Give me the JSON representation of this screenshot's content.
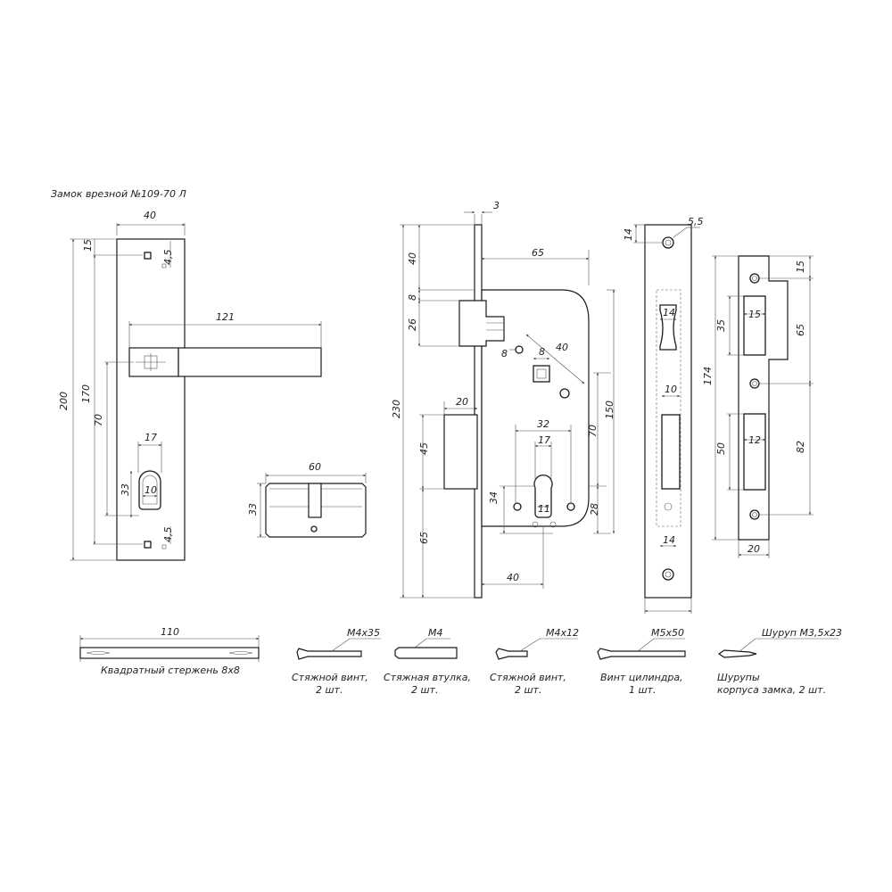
{
  "title": "Замок врезной №109-70 Л",
  "handle": {
    "width": "40",
    "top_offset": "15",
    "screw_dia_top": "4,5",
    "lever_length": "121",
    "height": "200",
    "spacing": "170",
    "lever_to_cyl": "70",
    "cyl_cutout_w": "17",
    "cyl_cutout_h": "33",
    "cyl_cutout_d": "10",
    "screw_dia_bottom": "4,5"
  },
  "cylinder": {
    "length": "60",
    "height": "33"
  },
  "lock_body": {
    "plate_thickness": "3",
    "backset": "65",
    "d40_top": "40",
    "d8_top": "8",
    "d26": "26",
    "d230": "230",
    "d8_hole": "8",
    "d8_square": "8",
    "d40_diag": "40",
    "d20": "20",
    "d45": "45",
    "d32": "32",
    "d17": "17",
    "d150": "150",
    "d70": "70",
    "d34": "34",
    "d11": "11",
    "d28": "28",
    "d65_bottom": "65",
    "d40_bottom": "40"
  },
  "faceplate": {
    "d14_top": "14",
    "d5_5": "5,5",
    "d14_latch": "14",
    "d10": "10",
    "d14_bottom": "14"
  },
  "strike": {
    "d15_top": "15",
    "d35": "35",
    "d15_window": "15",
    "d65": "65",
    "d174": "174",
    "d50": "50",
    "d12": "12",
    "d82": "82",
    "d20": "20"
  },
  "accessories": [
    {
      "id": "spindle",
      "size": "110",
      "caption": "Квадратный стержень 8х8"
    },
    {
      "id": "screw1",
      "size": "M4х35",
      "caption_l1": "Стяжной винт,",
      "caption_l2": "2 шт."
    },
    {
      "id": "sleeve",
      "size": "M4",
      "caption_l1": "Стяжная втулка,",
      "caption_l2": "2 шт."
    },
    {
      "id": "screw2",
      "size": "M4х12",
      "caption_l1": "Стяжной винт,",
      "caption_l2": "2 шт."
    },
    {
      "id": "cyl_screw",
      "size": "M5х50",
      "caption_l1": "Винт цилиндра,",
      "caption_l2": "1 шт."
    },
    {
      "id": "wood_screw",
      "size": "Шуруп M3,5х23",
      "caption_l1": "Шурупы",
      "caption_l2": "корпуса замка, 2 шт."
    }
  ]
}
